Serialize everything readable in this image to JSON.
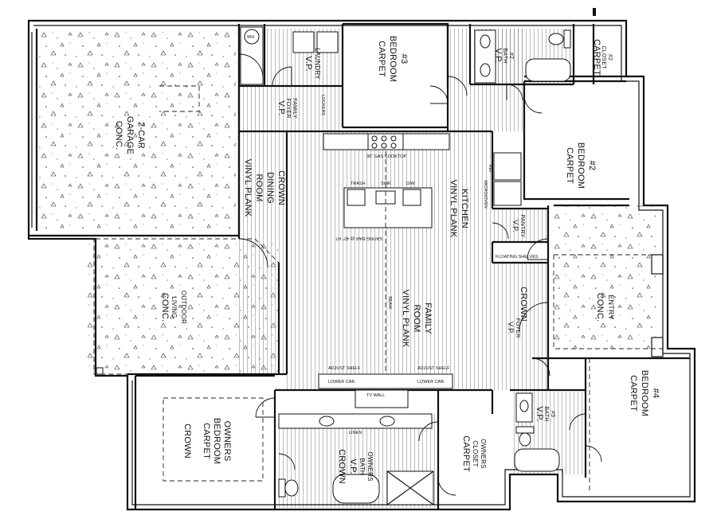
{
  "rooms": {
    "garage": [
      "2-CAR",
      "GARAGE",
      "CONC."
    ],
    "outdoor": [
      "OUTDOOR",
      "LIVING",
      "CONC."
    ],
    "owners_bedroom": [
      "OWNERS",
      "BEDROOM",
      "CARPET",
      "CROWN"
    ],
    "dining": [
      "CROWN",
      "DINING",
      "ROOM",
      "VINYL PLANK"
    ],
    "family": [
      "FAMILY",
      "ROOM",
      "VINYL PLANK"
    ],
    "kitchen": [
      "KITCHEN",
      "VINYL PLANK"
    ],
    "bedroom3": [
      "#3",
      "BEDROOM",
      "CARPET"
    ],
    "bedroom2": [
      "#2",
      "BEDROOM",
      "CARPET"
    ],
    "bedroom4": [
      "#4",
      "BEDROOM",
      "CARPET"
    ],
    "entry": [
      "ENTRY",
      "CONC."
    ],
    "foyer": [
      "CROWN",
      "FOYER",
      "V.P."
    ],
    "owners_bath": [
      "OWNERS",
      "BATH",
      "V.P.",
      "CROWN"
    ],
    "owners_closet": [
      "OWNERS",
      "CLOSET",
      "CARPET"
    ],
    "laundry": [
      "LAUNDRY",
      "V.P."
    ],
    "family_foyer": [
      "FAMILY",
      "FOYER",
      "V.P."
    ],
    "bath2": [
      "#2",
      "BATH",
      "V.P."
    ],
    "closet2": [
      "#2",
      "CLOSET",
      "CARPET"
    ],
    "bath3": [
      "#3",
      "BATH",
      "V.P."
    ],
    "pantry": [
      "PANTRY",
      "V.P."
    ]
  },
  "small_notes": {
    "wh": "WH",
    "lockers": "LOCKERS",
    "beam": "BEAM",
    "floating_shelves": "FLOATING SHELVES",
    "eating_bar": "EATING BAR @ 42\" HT.",
    "tv_wall": "TV WALL",
    "adjust_shelf_1": "ADJUST SHELF",
    "adjust_shelf_2": "ADJUST SHELF",
    "lower_cab_1": "LOWER CAB.",
    "lower_cab_2": "LOWER CAB.",
    "linen": "LINEN",
    "microwave_oven": "MICRO/OVEN",
    "sink": "SINK",
    "dw": "D/W",
    "trash": "TRASH",
    "fridge": "REF",
    "range": "36\" GAS COOKTOP"
  },
  "colors": {
    "line": "#111111",
    "paper": "#ffffff"
  }
}
